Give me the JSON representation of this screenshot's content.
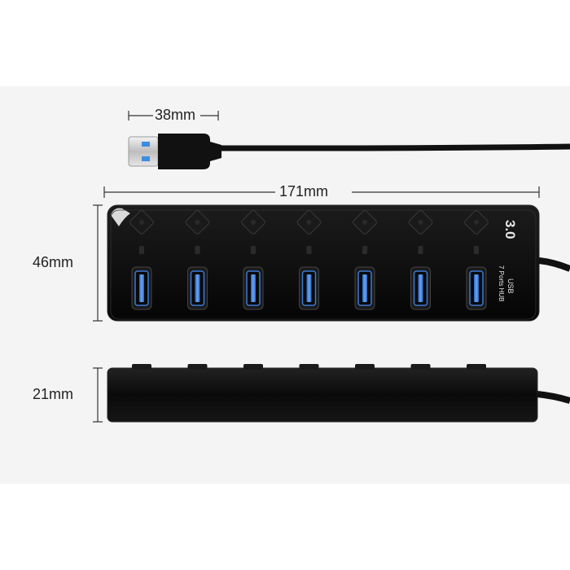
{
  "dimensions": {
    "plug_width": "38mm",
    "hub_length": "171mm",
    "hub_width": "46mm",
    "hub_height": "21mm"
  },
  "hub_branding": {
    "version": "3.0",
    "line1": "USB",
    "line2": "7 Ports HUB"
  },
  "port_count": 7,
  "colors": {
    "background_panel": "#f4f4f4",
    "hub_body": "#0d0d0d",
    "port_accent": "#3a7ad6"
  }
}
